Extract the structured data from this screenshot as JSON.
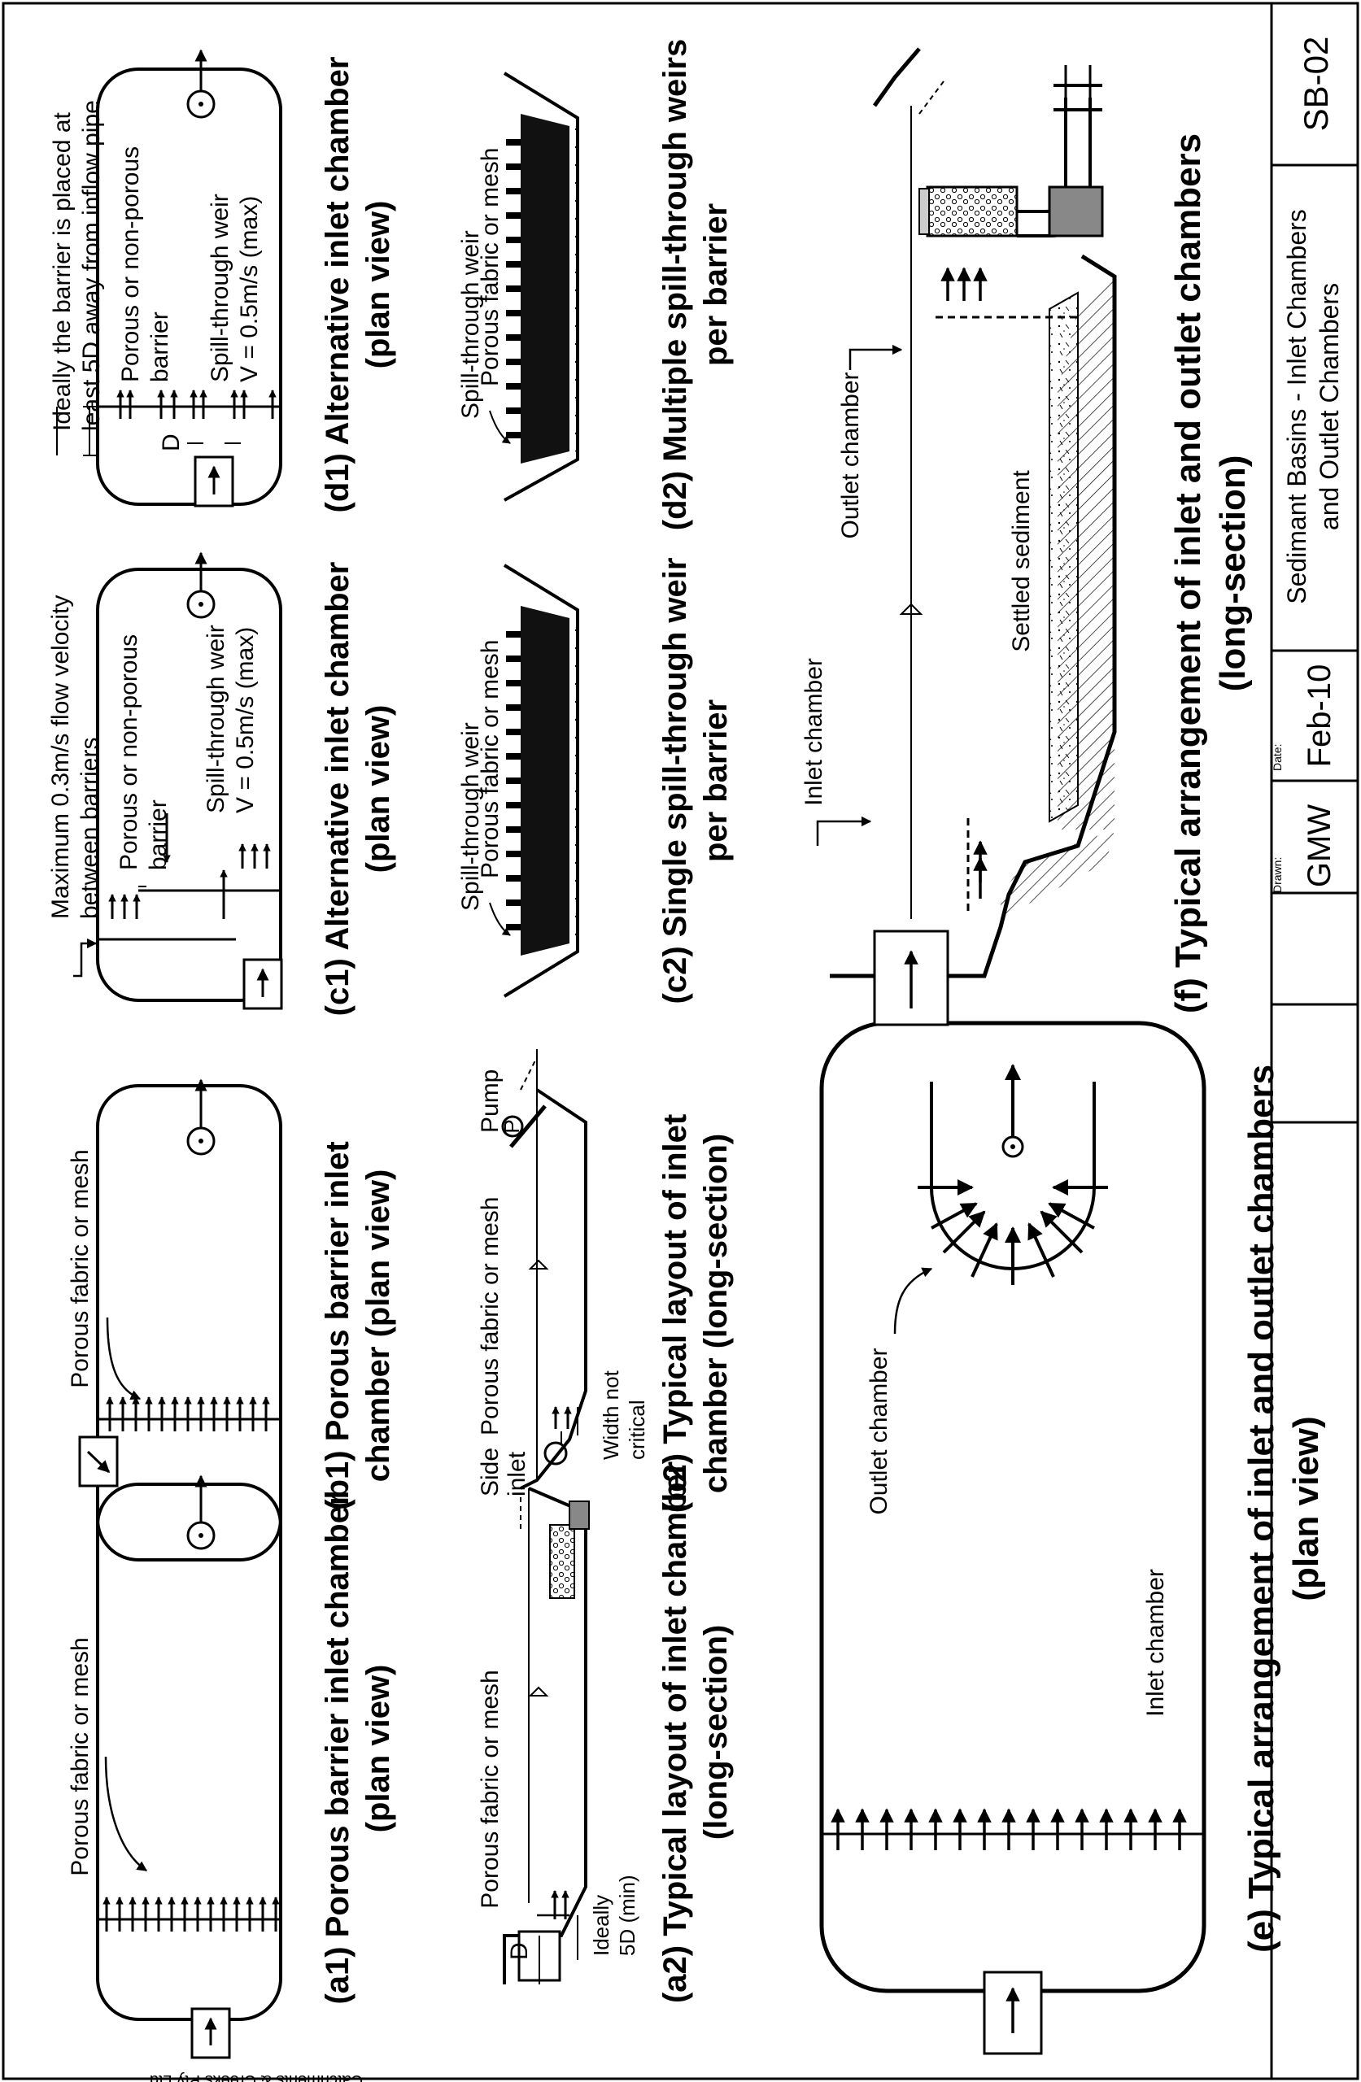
{
  "copyright": "Catchments & Creeks Pty Ltd",
  "title_block": {
    "drawn_label": "Drawn:",
    "drawn_value": "GMW",
    "date_label": "Date:",
    "date_value": "Feb-10",
    "title_line1": "Sedimant Basins - Inlet Chambers",
    "title_line2": "and Outlet Chambers",
    "sheet_number": "SB-02"
  },
  "panels": {
    "a1": {
      "caption_line1": "(a1) Porous barrier inlet chamber",
      "caption_line2": "(plan view)",
      "label": "Porous fabric or mesh"
    },
    "a2": {
      "caption_line1": "(a2) Typical layout of inlet chamber",
      "caption_line2": "(long-section)",
      "label": "Porous fabric or mesh",
      "dim_d": "D",
      "note_line1": "Ideally",
      "note_line2": "5D (min)"
    },
    "b1": {
      "caption_line1": "(b1) Porous barrier inlet",
      "caption_line2": "chamber (plan view)",
      "label": "Porous fabric or mesh"
    },
    "b2": {
      "caption_line1": "(b2) Typical layout of inlet",
      "caption_line2": "chamber (long-section)",
      "side_inlet_line1": "Side",
      "side_inlet_line2": "inlet",
      "label": "Porous fabric or mesh",
      "width_line1": "Width not",
      "width_line2": "critical",
      "pump": "Pump",
      "pump_symbol": "P"
    },
    "c1": {
      "caption_line1": "(c1) Alternative inlet chamber",
      "caption_line2": "(plan view)",
      "note_line1": "Maximum 0.3m/s flow velocity",
      "note_line2": "between barriers",
      "barrier_line1": "Porous or non-porous",
      "barrier_line2": "barrier",
      "weir_line1": "Spill-through weir",
      "weir_line2": "V = 0.5m/s (max)"
    },
    "c2": {
      "caption_line1": "(c2) Single spill-through weir",
      "caption_line2": "per barrier",
      "weir": "Spill-through weir",
      "fabric": "Porous fabric or mesh"
    },
    "d1": {
      "caption_line1": "(d1) Alternative inlet chamber",
      "caption_line2": "(plan view)",
      "note_line1": "Ideally the barrier is placed at",
      "note_line2": "least 5D away from inflow pipe",
      "barrier_line1": "Porous or non-porous",
      "barrier_line2": "barrier",
      "weir_line1": "Spill-through weir",
      "weir_line2": "V = 0.5m/s (max)",
      "dim_d": "D"
    },
    "d2": {
      "caption_line1": "(d2) Multiple spill-through weirs",
      "caption_line2": "per barrier",
      "weir": "Spill-through weir",
      "fabric": "Porous fabric or mesh"
    },
    "e": {
      "caption_line1": "(e) Typical arrangement of inlet and outlet chambers",
      "caption_line2": "(plan view)",
      "outlet": "Outlet chamber",
      "inlet": "Inlet chamber"
    },
    "f": {
      "caption_line1": "(f) Typical arrangement of inlet and outlet chambers",
      "caption_line2": "(long-section)",
      "inlet": "Inlet chamber",
      "outlet": "Outlet chamber",
      "sediment": "Settled sediment"
    }
  }
}
